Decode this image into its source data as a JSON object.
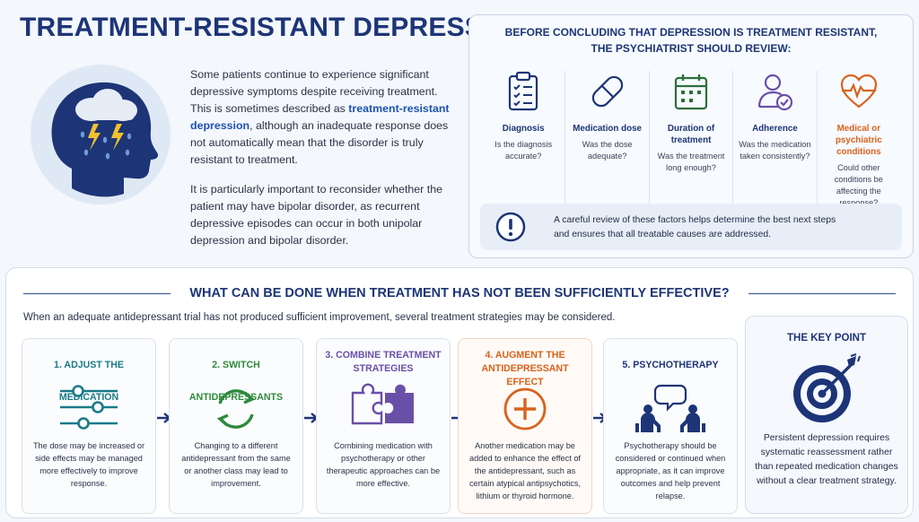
{
  "title": "TREATMENT-RESISTANT DEPRESSION",
  "intro": {
    "p1_a": "Some patients continue to experience significant depressive symptoms despite receiving treatment. This is sometimes described as ",
    "p1_hl": "treatment-resistant depression",
    "p1_b": ", although an inadequate response does not automatically mean that the disorder is truly resistant to treatment.",
    "p2": "It is particularly important to reconsider whether the patient may have bipolar disorder, as recurrent depressive episodes can occur in both unipolar depression and bipolar disorder."
  },
  "review": {
    "title_line1": "BEFORE CONCLUDING THAT DEPRESSION IS TREATMENT RESISTANT,",
    "title_line2": "THE PSYCHIATRIST SHOULD REVIEW:",
    "factors": [
      {
        "title": "Diagnosis",
        "text": "Is the diagnosis accurate?",
        "icon": "clipboard-icon",
        "color": "#1d3577"
      },
      {
        "title": "Medication dose",
        "text": "Was the dose adequate?",
        "icon": "capsule-icon",
        "color": "#1d3577"
      },
      {
        "title": "Duration of treatment",
        "text": "Was the treatment long enough?",
        "icon": "calendar-icon",
        "color": "#1d3577"
      },
      {
        "title": "Adherence",
        "text": "Was the medication taken consistently?",
        "icon": "user-check-icon",
        "color": "#1d3577"
      },
      {
        "title": "Medical or psychiatric conditions",
        "text": "Could other conditions be affecting the response?",
        "icon": "heart-pulse-icon",
        "color": "#d9621c"
      }
    ],
    "notice_line1": "A careful review of these factors helps determine the best next steps",
    "notice_line2": "and ensures that all treatable causes are addressed."
  },
  "strategies_section": {
    "title": "WHAT CAN BE DONE WHEN TREATMENT HAS NOT BEEN SUFFICIENTLY EFFECTIVE?",
    "subtitle": "When an adequate antidepressant trial has not produced sufficient improvement, several treatment strategies may be considered.",
    "strategies": [
      {
        "title": "1. ADJUST THE MEDICATION",
        "text": "The dose may be increased or side effects may be managed more effectively to improve response.",
        "icon": "sliders-icon",
        "color": "#1a7a88"
      },
      {
        "title": "2. SWITCH ANTIDEPRESSANTS",
        "text": "Changing to a different antidepressant from the same or another class may lead to improvement.",
        "icon": "cycle-arrows-icon",
        "color": "#2e8a3c"
      },
      {
        "title": "3. COMBINE TREATMENT STRATEGIES",
        "text": "Combining medication with psychotherapy or other therapeutic approaches can be more effective.",
        "icon": "puzzle-icon",
        "color": "#6a4fa8"
      },
      {
        "title": "4. AUGMENT THE ANTIDEPRESSANT EFFECT",
        "text": "Another medication may be added to enhance the effect of the antidepressant, such as certain atypical antipsychotics, lithium or thyroid hormone.",
        "icon": "plus-circle-icon",
        "color": "#d9621c"
      },
      {
        "title": "5. PSYCHOTHERAPY",
        "text": "Psychotherapy should be considered or continued when appropriate, as it can improve outcomes and help prevent relapse.",
        "icon": "conversation-icon",
        "color": "#1d3577"
      }
    ]
  },
  "key_point": {
    "title": "THE KEY POINT",
    "text": "Persistent depression requires systematic reassessment rather than repeated medication changes without a clear treatment strategy.",
    "icon": "target-icon"
  }
}
